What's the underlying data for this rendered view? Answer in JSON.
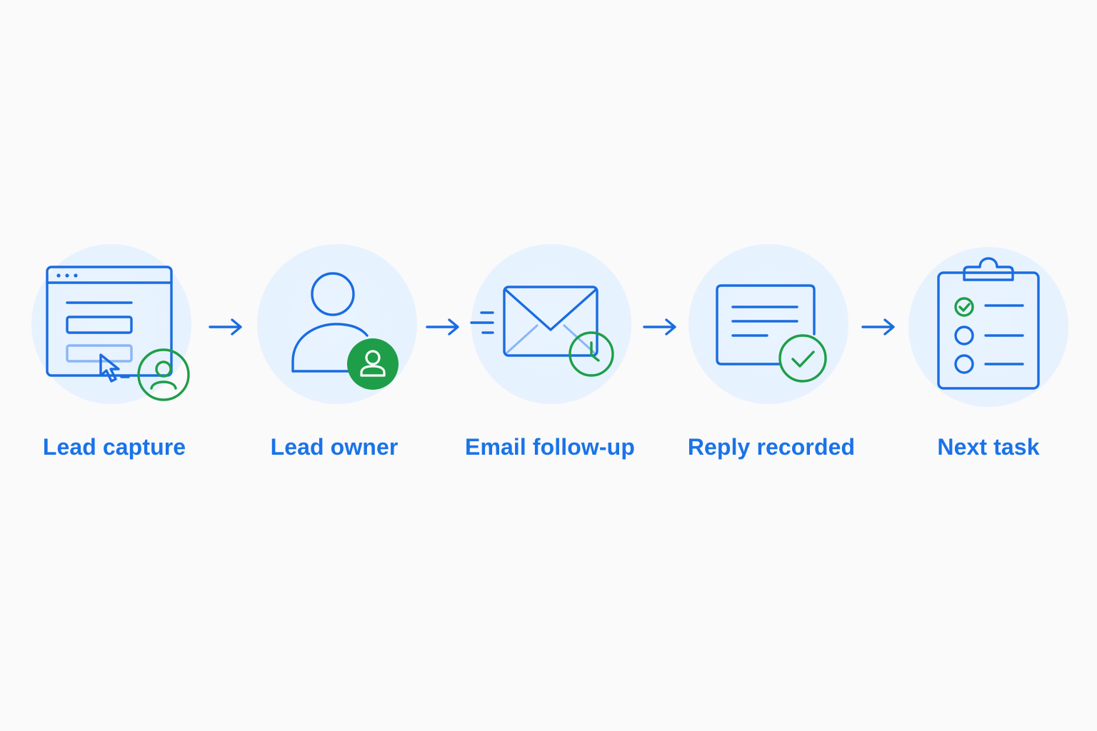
{
  "steps": [
    {
      "label": "Lead capture",
      "icon": "web-form-icon",
      "badge": "user-circle-icon"
    },
    {
      "label": "Lead owner",
      "icon": "person-icon",
      "badge": "user-badge-icon"
    },
    {
      "label": "Email follow-up",
      "icon": "envelope-icon",
      "badge": "clock-icon"
    },
    {
      "label": "Reply recorded",
      "icon": "message-card-icon",
      "badge": "checkmark-icon"
    },
    {
      "label": "Next task",
      "icon": "clipboard-checklist-icon",
      "badge": "check-small-icon"
    }
  ],
  "colors": {
    "accent_blue": "#1a73e8",
    "success_green": "#1e9e48",
    "bubble": "#e6f2fe",
    "background": "#fafafa"
  }
}
